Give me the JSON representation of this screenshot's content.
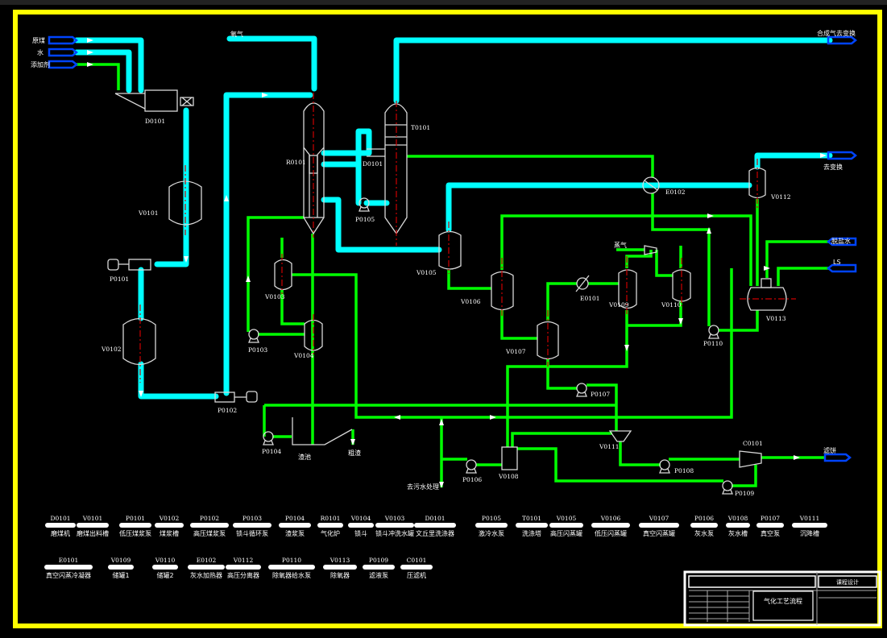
{
  "drawing": {
    "border_color": "#ffff00",
    "pipe_colors": {
      "main_process": "#00ffff",
      "utility": "#00ff00",
      "battery_limit": "#0044ff"
    },
    "streams": {
      "raw_coal": "原煤",
      "water": "水",
      "additive": "添加剂",
      "oxygen": "氧气",
      "syngas_out": "合成气去变换",
      "to_shift": "去变换",
      "demin_water": "脱盐水",
      "ls": "LS",
      "steam": "蒸气",
      "slag_pool": "渣池",
      "coarse_slag": "粗渣",
      "to_wastewater": "去污水处理",
      "filter_cake": "滤饼"
    },
    "tags": {
      "D0101a": "D0101",
      "V0101": "V0101",
      "P0101": "P0101",
      "V0102": "V0102",
      "P0102": "P0102",
      "R0101": "R0101",
      "D0101b": "D0101",
      "T0101": "T0101",
      "P0105": "P0105",
      "V0103": "V0103",
      "P0103": "P0103",
      "V0104": "V0104",
      "P0104": "P0104",
      "V0105": "V0105",
      "V0106": "V0106",
      "V0107": "V0107",
      "E0101": "E0101",
      "V0109": "V0109",
      "V0110": "V0110",
      "E0102": "E0102",
      "V0112": "V0112",
      "V0113": "V0113",
      "P0110": "P0110",
      "P0107": "P0107",
      "V0111": "V0111",
      "V0108": "V0108",
      "P0106": "P0106",
      "P0108": "P0108",
      "P0109": "P0109",
      "C0101": "C0101"
    }
  },
  "legend": {
    "row1": [
      {
        "tag": "D0101",
        "name": "磨煤机"
      },
      {
        "tag": "V0101",
        "name": "磨煤出料槽"
      },
      {
        "tag": "P0101",
        "name": "低压煤浆泵"
      },
      {
        "tag": "V0102",
        "name": "煤浆槽"
      },
      {
        "tag": "P0102",
        "name": "高压煤浆泵"
      },
      {
        "tag": "P0103",
        "name": "锁斗循环泵"
      },
      {
        "tag": "P0104",
        "name": "渣浆泵"
      },
      {
        "tag": "R0101",
        "name": "气化炉"
      },
      {
        "tag": "V0104",
        "name": "锁斗"
      },
      {
        "tag": "V0103",
        "name": "锁斗冲洗水罐"
      },
      {
        "tag": "D0101",
        "name": "文丘里洗涤器"
      },
      {
        "tag": "P0105",
        "name": "激冷水泵"
      },
      {
        "tag": "T0101",
        "name": "洗涤塔"
      },
      {
        "tag": "V0105",
        "name": "高压闪蒸罐"
      },
      {
        "tag": "V0106",
        "name": "低压闪蒸罐"
      },
      {
        "tag": "V0107",
        "name": "真空闪蒸罐"
      },
      {
        "tag": "P0106",
        "name": "灰水泵"
      },
      {
        "tag": "V0108",
        "name": "灰水槽"
      },
      {
        "tag": "P0107",
        "name": "真空泵"
      },
      {
        "tag": "V0111",
        "name": "沉降槽"
      }
    ],
    "row2": [
      {
        "tag": "E0101",
        "name": "真空闪蒸冷凝器"
      },
      {
        "tag": "V0109",
        "name": "储罐1"
      },
      {
        "tag": "V0110",
        "name": "储罐2"
      },
      {
        "tag": "E0102",
        "name": "灰水加热器"
      },
      {
        "tag": "V0112",
        "name": "高压分离器"
      },
      {
        "tag": "P0110",
        "name": "除氧器给水泵"
      },
      {
        "tag": "V0113",
        "name": "除氧器"
      },
      {
        "tag": "P0109",
        "name": "滤液泵"
      },
      {
        "tag": "C0101",
        "name": "压滤机"
      }
    ]
  },
  "title_block": {
    "drawing_title": "气化工艺流程",
    "project": "课程设计"
  }
}
